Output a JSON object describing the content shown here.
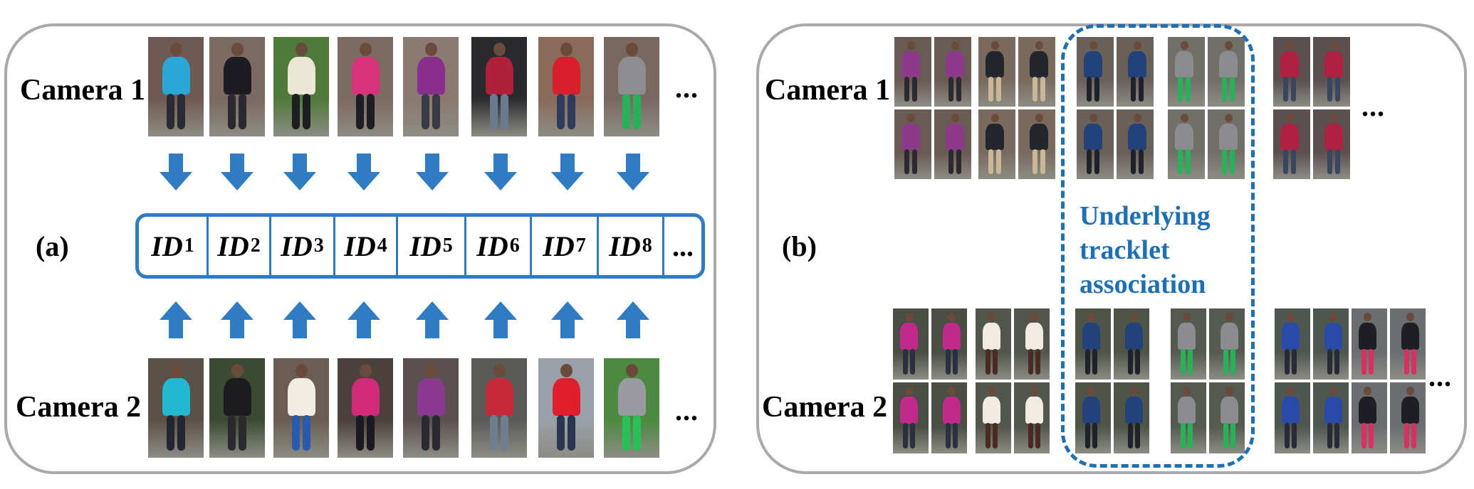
{
  "panel_a": {
    "label": "(a)",
    "camera1_label": "Camera 1",
    "camera2_label": "Camera 2",
    "ellipsis": "...",
    "ids": [
      {
        "base": "ID",
        "sub": "1"
      },
      {
        "base": "ID",
        "sub": "2"
      },
      {
        "base": "ID",
        "sub": "3"
      },
      {
        "base": "ID",
        "sub": "4"
      },
      {
        "base": "ID",
        "sub": "5"
      },
      {
        "base": "ID",
        "sub": "6"
      },
      {
        "base": "ID",
        "sub": "7"
      },
      {
        "base": "ID",
        "sub": "8"
      }
    ],
    "id_ellipsis": "...",
    "camera1_people": [
      {
        "bg": "#6f5a52",
        "top": "#2aa7d6",
        "legs": "#2b2b33"
      },
      {
        "bg": "#7a6a60",
        "top": "#1c1c22",
        "legs": "#2a2a30"
      },
      {
        "bg": "#4f7a3a",
        "top": "#ece6d4",
        "legs": "#1e1e22"
      },
      {
        "bg": "#7d6a60",
        "top": "#d8327a",
        "legs": "#1d1d24"
      },
      {
        "bg": "#8a7a70",
        "top": "#8a2f8e",
        "legs": "#3a3a44"
      },
      {
        "bg": "#2a2a2e",
        "top": "#b0203a",
        "legs": "#6a7a90"
      },
      {
        "bg": "#8a6a5a",
        "top": "#d81f2c",
        "legs": "#2e3b5c"
      },
      {
        "bg": "#7a6860",
        "top": "#8e8e90",
        "legs": "#29b05a"
      }
    ],
    "camera2_people": [
      {
        "bg": "#5a5048",
        "top": "#22b8d0",
        "legs": "#222630"
      },
      {
        "bg": "#3b4a30",
        "top": "#1c1c20",
        "legs": "#2b2b2f"
      },
      {
        "bg": "#6a5e54",
        "top": "#f0ece2",
        "legs": "#2a5ab0"
      },
      {
        "bg": "#4a403c",
        "top": "#d02a78",
        "legs": "#1a1a20"
      },
      {
        "bg": "#5a5050",
        "top": "#8a3a90",
        "legs": "#2a2a30"
      },
      {
        "bg": "#5a5a58",
        "top": "#c42a3a",
        "legs": "#6e7e90"
      },
      {
        "bg": "#9aa0a8",
        "top": "#e01f2a",
        "legs": "#2a3550"
      },
      {
        "bg": "#4d8a40",
        "top": "#9a9aa0",
        "legs": "#2bbf5a"
      }
    ]
  },
  "panel_b": {
    "label": "(b)",
    "camera1_label": "Camera 1",
    "camera2_label": "Camera 2",
    "ellipsis_top": "...",
    "ellipsis_bottom": "...",
    "underlying_lines": [
      "Underlying",
      "tracklet",
      "association"
    ],
    "camera1_groups": [
      {
        "bg": "#6a5a54",
        "top": "#8e3a8a",
        "legs": "#2a2a30"
      },
      {
        "bg": "#7a6a5e",
        "top": "#23262c",
        "legs": "#c8b898"
      },
      {
        "bg": "#6a605a",
        "top": "#24427a",
        "legs": "#20222a"
      },
      {
        "bg": "#707068",
        "top": "#8c8c90",
        "legs": "#27b25a"
      },
      {
        "bg": "#5a5050",
        "top": "#b02040",
        "legs": "#3a4560"
      }
    ],
    "camera2_groups": [
      {
        "bg": "#4a4e44",
        "top": "#c02a88",
        "legs": "#2a3040"
      },
      {
        "bg": "#52564c",
        "top": "#f0ece4",
        "legs": "#4a2a22"
      },
      {
        "bg": "#4e5448",
        "top": "#24427a",
        "legs": "#20222a"
      },
      {
        "bg": "#555a50",
        "top": "#8c8c90",
        "legs": "#27b25a"
      },
      {
        "bg": "#4e5650",
        "top": "#2a4aa8",
        "legs": "#2a2a34"
      },
      {
        "bg": "#6a6e70",
        "top": "#1e1e24",
        "legs": "#d83060"
      }
    ]
  },
  "colors": {
    "arrow": "#2f7cc3",
    "id_box": "#2f7cc3",
    "tracklet": "#1f6fb5"
  }
}
